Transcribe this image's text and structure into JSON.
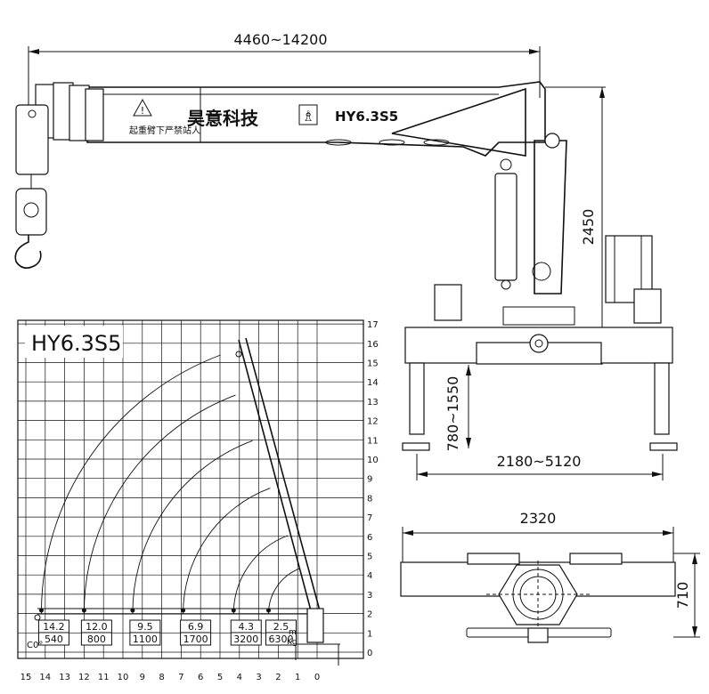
{
  "top_dimension": "4460~14200",
  "height_dimension": "2450",
  "leg_dimension": "780~1550",
  "span_dimension": "2180~5120",
  "base_width_dimension": "2320",
  "base_depth_dimension": "710",
  "boom_brand": "昊意科技",
  "boom_model": "HY6.3S5",
  "boom_warning": "起重臂下严禁站人",
  "chart_title": "HY6.3S5",
  "y_ticks": [
    "0",
    "1",
    "2",
    "3",
    "4",
    "5",
    "6",
    "7",
    "8",
    "9",
    "10",
    "11",
    "12",
    "13",
    "14",
    "15",
    "16",
    "17"
  ],
  "x_ticks": [
    "15",
    "14",
    "13",
    "12",
    "11",
    "10",
    "9",
    "8",
    "7",
    "6",
    "5",
    "4",
    "3",
    "2",
    "1",
    "0"
  ],
  "unit_m": "m",
  "unit_kg": "Kg",
  "angle_label": "C0°",
  "load_table": [
    {
      "radius": "14.2",
      "load": "540"
    },
    {
      "radius": "12.0",
      "load": "800"
    },
    {
      "radius": "9.5",
      "load": "1100"
    },
    {
      "radius": "6.9",
      "load": "1700"
    },
    {
      "radius": "4.3",
      "load": "3200"
    },
    {
      "radius": "2.5",
      "load": "6300"
    }
  ]
}
